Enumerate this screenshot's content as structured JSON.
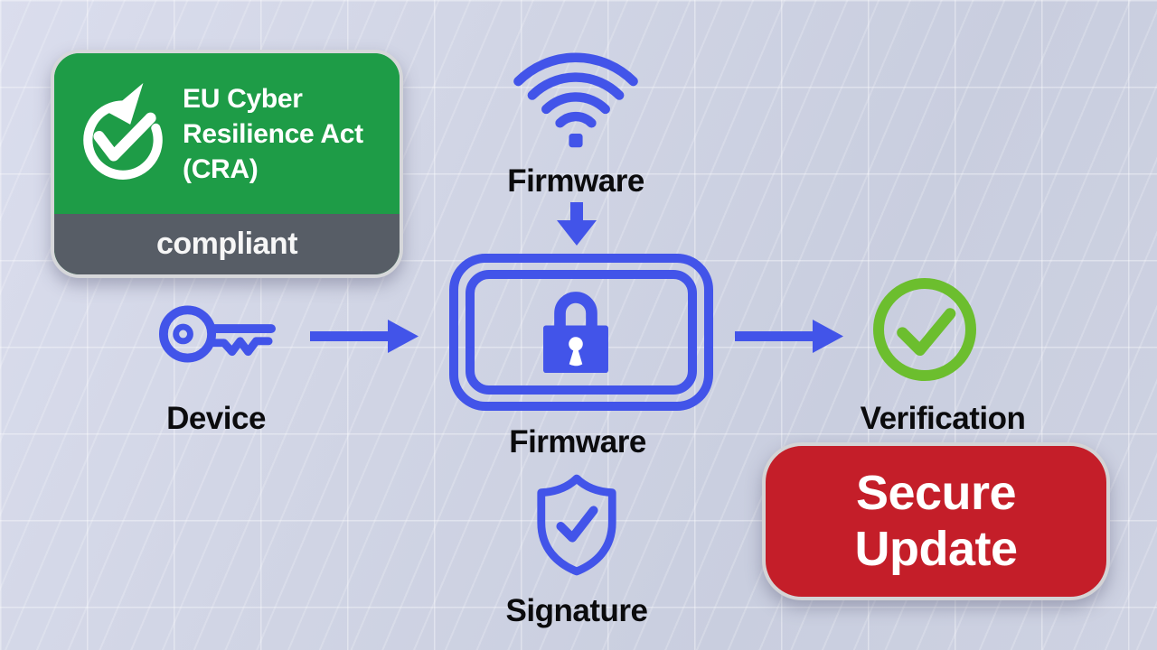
{
  "colors": {
    "background": "#ced2e2",
    "accent_blue": "#4254e9",
    "cra_green": "#1e9c47",
    "cra_gray": "#575d66",
    "verify_green": "#6cbe2e",
    "secure_red": "#c41e29",
    "label_text": "#0b0b0d"
  },
  "cra_badge": {
    "icon": "refresh-check-icon",
    "title": "EU Cyber Resilience Act (CRA)",
    "subtitle": "compliant"
  },
  "labels": {
    "firmware_source": "Firmware",
    "device": "Device",
    "firmware_chip": "Firmware",
    "verification": "Verification",
    "signature": "Signature"
  },
  "icons": {
    "source": "wifi-icon",
    "download": "down-arrow-icon",
    "device_key": "key-icon",
    "flow_left": "arrow-right-icon",
    "chip": "lock-icon",
    "flow_right": "arrow-right-icon",
    "verification": "check-circle-icon",
    "signature": "shield-check-icon"
  },
  "secure_update": {
    "label": "Secure Update"
  }
}
